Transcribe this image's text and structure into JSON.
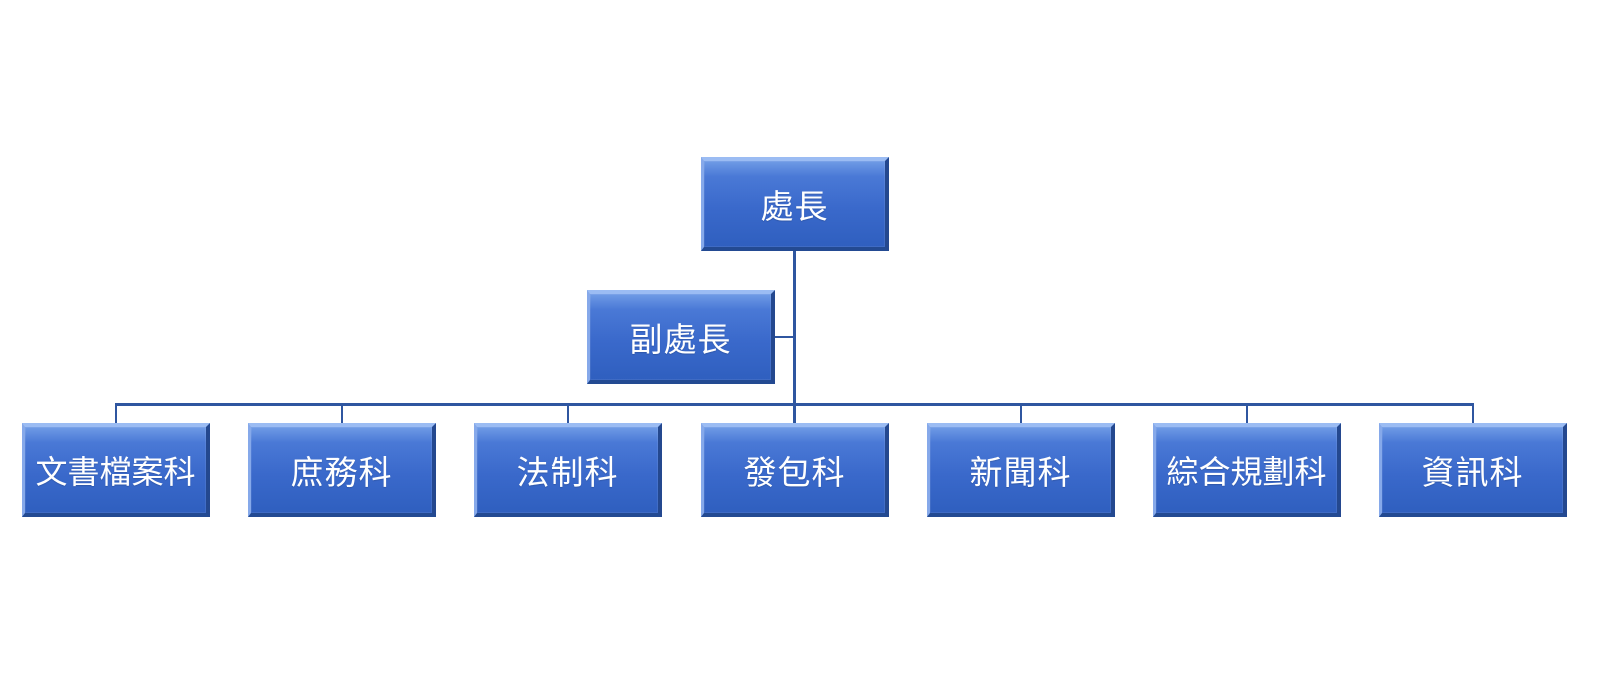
{
  "org_chart": {
    "head": {
      "label": "處長"
    },
    "deputy": {
      "label": "副處長"
    },
    "sections": [
      {
        "label": "文書檔案科"
      },
      {
        "label": "庶務科"
      },
      {
        "label": "法制科"
      },
      {
        "label": "發包科"
      },
      {
        "label": "新聞科"
      },
      {
        "label": "綜合規劃科"
      },
      {
        "label": "資訊科"
      }
    ]
  },
  "colors": {
    "node_fill": "#3a69cb",
    "connector": "#2f56a0",
    "text": "#ffffff"
  }
}
